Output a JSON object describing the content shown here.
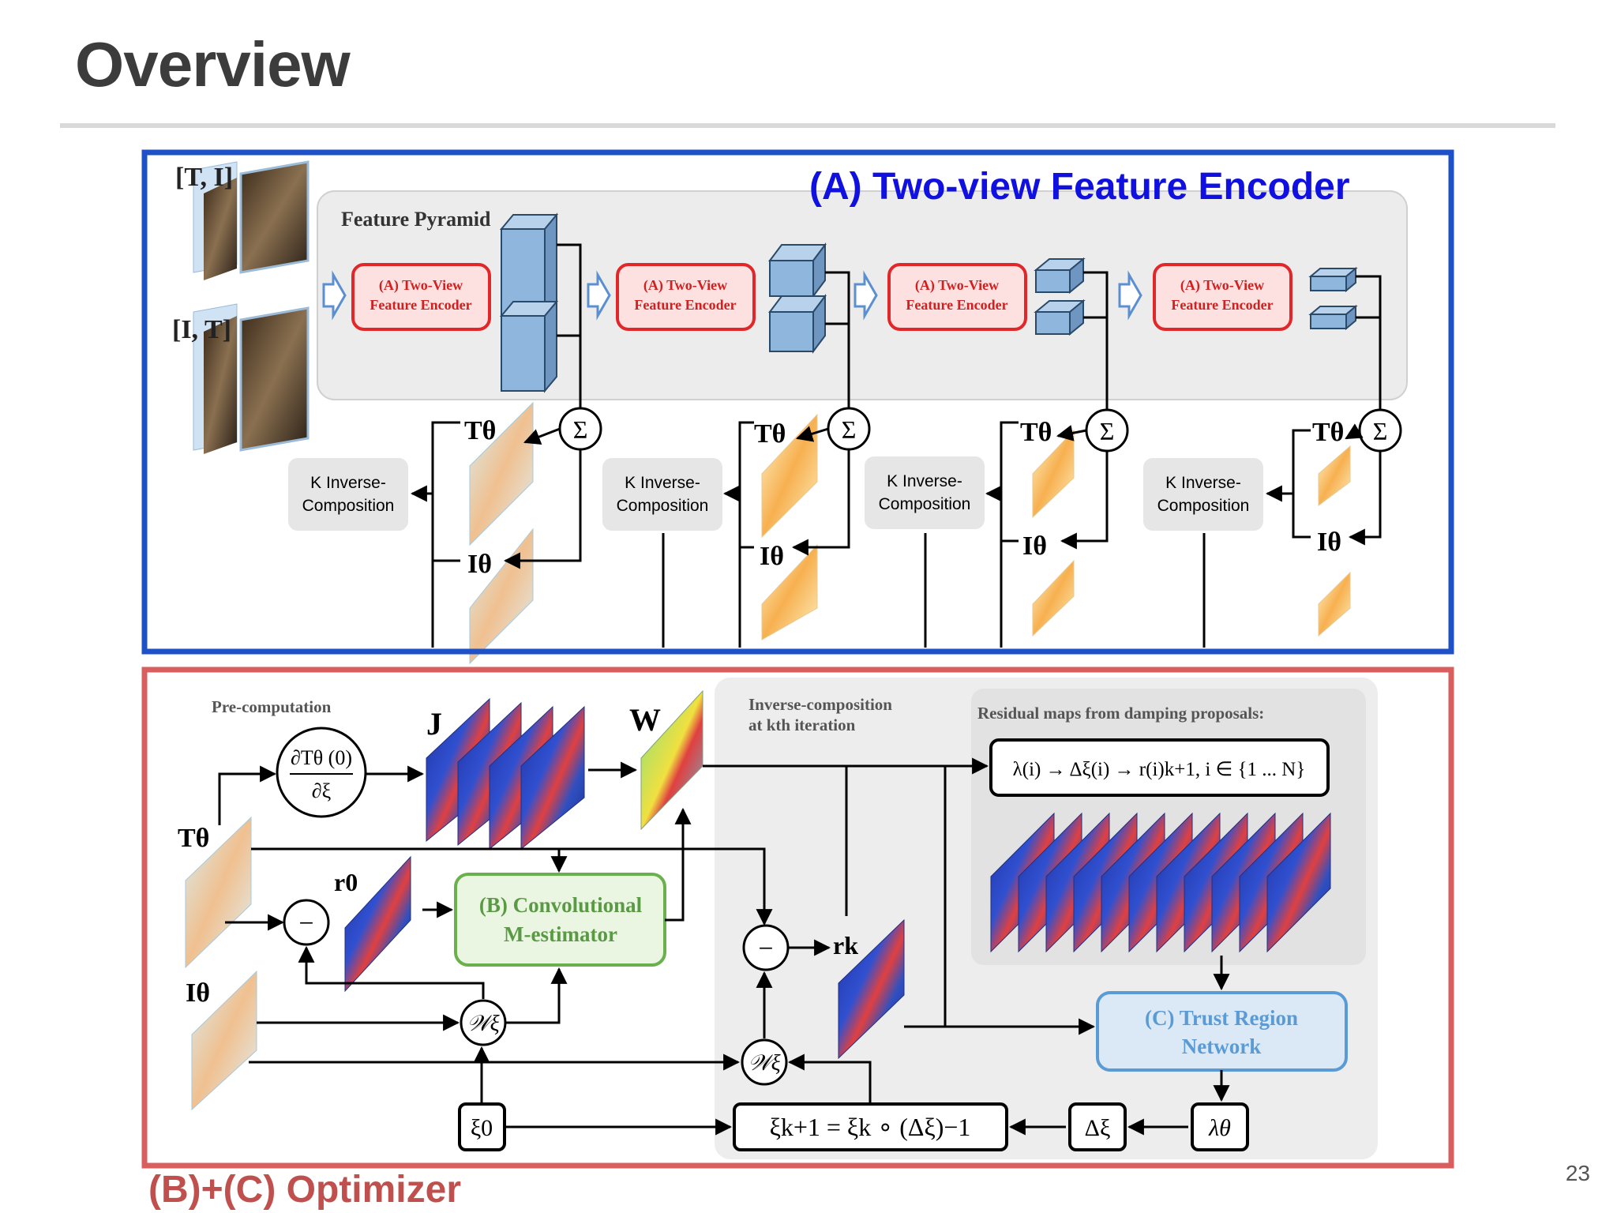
{
  "slide": {
    "title": "Overview",
    "page_number": "23"
  },
  "section_a": {
    "label": "(A) Two-view Feature Encoder",
    "input_top": "[T, I]",
    "input_bottom": "[I, T]",
    "pyramid_label": "Feature Pyramid",
    "encoder_line1": "(A) Two-View",
    "encoder_line2": "Feature Encoder",
    "sigma": "Σ",
    "t_theta": "Tθ",
    "i_theta": "Iθ",
    "kinv_line1": "K Inverse-",
    "kinv_line2": "Composition"
  },
  "section_bc": {
    "label": "(B)+(C) Optimizer",
    "precomputation": "Pre-computation",
    "j_label": "J",
    "w_label": "W",
    "deriv_num": "∂Tθ (0)",
    "deriv_den": "∂ξ",
    "t_theta": "Tθ",
    "i_theta": "Iθ",
    "r0": "r0",
    "rk": "rk",
    "minus": "−",
    "wxi": "𝒲ξ",
    "m_estimator_line1": "(B) Convolutional",
    "m_estimator_line2": "M-estimator",
    "inverse_comp_line1": "Inverse-composition",
    "inverse_comp_line2": "at kth iteration",
    "residual_title": "Residual maps from damping proposals:",
    "residual_formula": "λ(i) → Δξ(i) → r(i)k+1, i ∈ {1 ... N}",
    "trust_line1": "(C) Trust Region",
    "trust_line2": "Network",
    "xi0": "ξ0",
    "update_formula": "ξk+1 = ξk ∘ (Δξ)−1",
    "delta_xi": "Δξ",
    "lambda_theta": "λθ"
  },
  "colors": {
    "box_a": "#1e50c8",
    "box_bc": "#d95f5f",
    "label_a": "#1010e0",
    "label_bc": "#c0504d",
    "encoder_red": "#e0282a",
    "m_estimator_green": "#6ab04c",
    "trust_blue": "#5b9bd5"
  }
}
